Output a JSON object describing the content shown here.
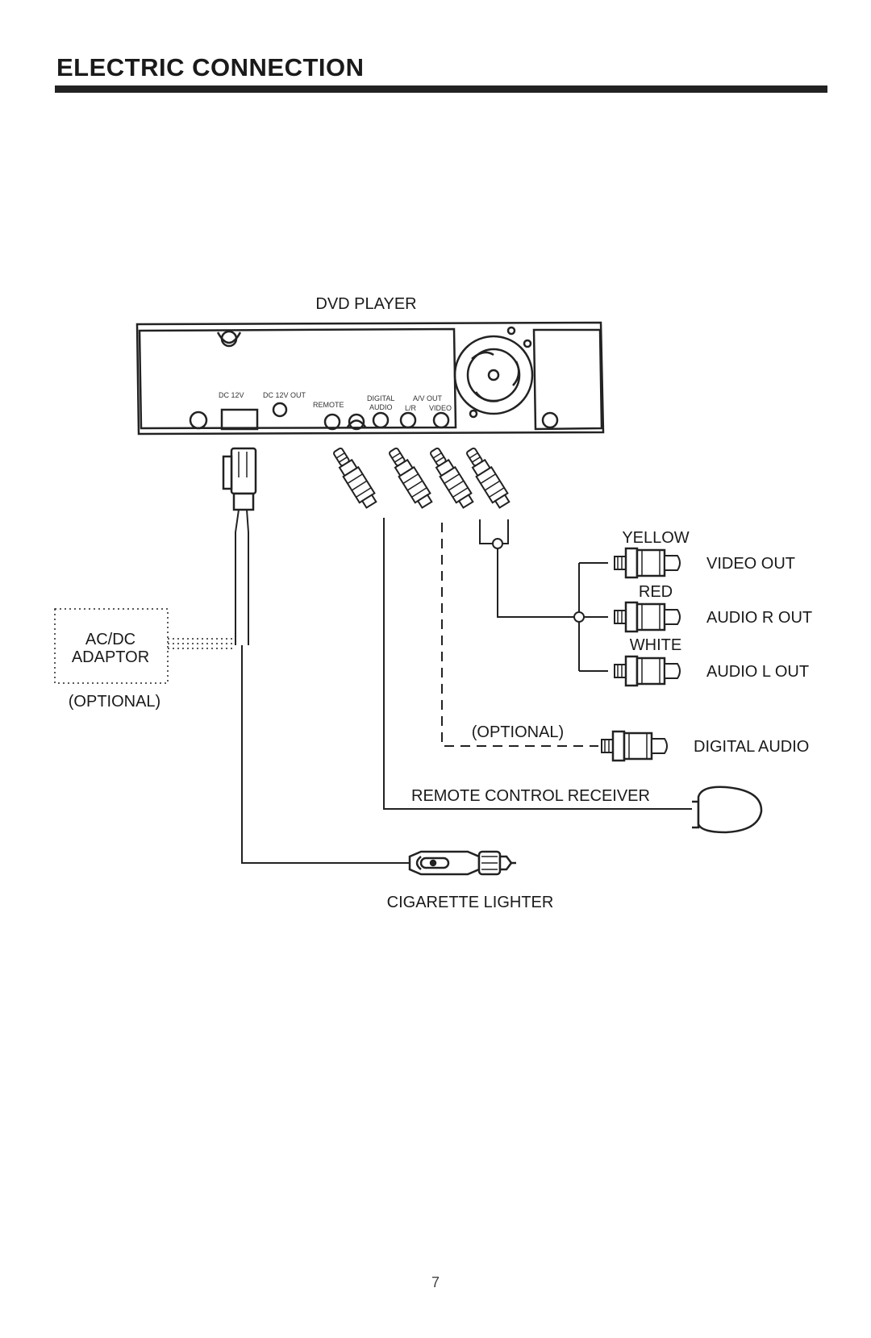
{
  "page": {
    "heading": "ELECTRIC CONNECTION",
    "page_number": "7"
  },
  "diagram": {
    "dvd_player_label": "DVD PLAYER",
    "panel_labels": {
      "dc_in": "DC 12V",
      "dc_out": "DC 12V OUT",
      "remote": "REMOTE",
      "digital": "DIGITAL",
      "audio": "AUDIO",
      "av_out": "A/V OUT",
      "lr": "L/R",
      "video": "VIDEO"
    },
    "adaptor_line1": "AC/DC",
    "adaptor_line2": "ADAPTOR",
    "adaptor_optional": "(OPTIONAL)",
    "yellow": "YELLOW",
    "video_out": "VIDEO OUT",
    "red": "RED",
    "audio_r_out": "AUDIO R OUT",
    "white": "WHITE",
    "audio_l_out": "AUDIO L OUT",
    "digital_optional": "(OPTIONAL)",
    "digital_audio": "DIGITAL AUDIO",
    "remote_control_receiver": "REMOTE CONTROL RECEIVER",
    "cigarette_lighter": "CIGARETTE LIGHTER"
  }
}
